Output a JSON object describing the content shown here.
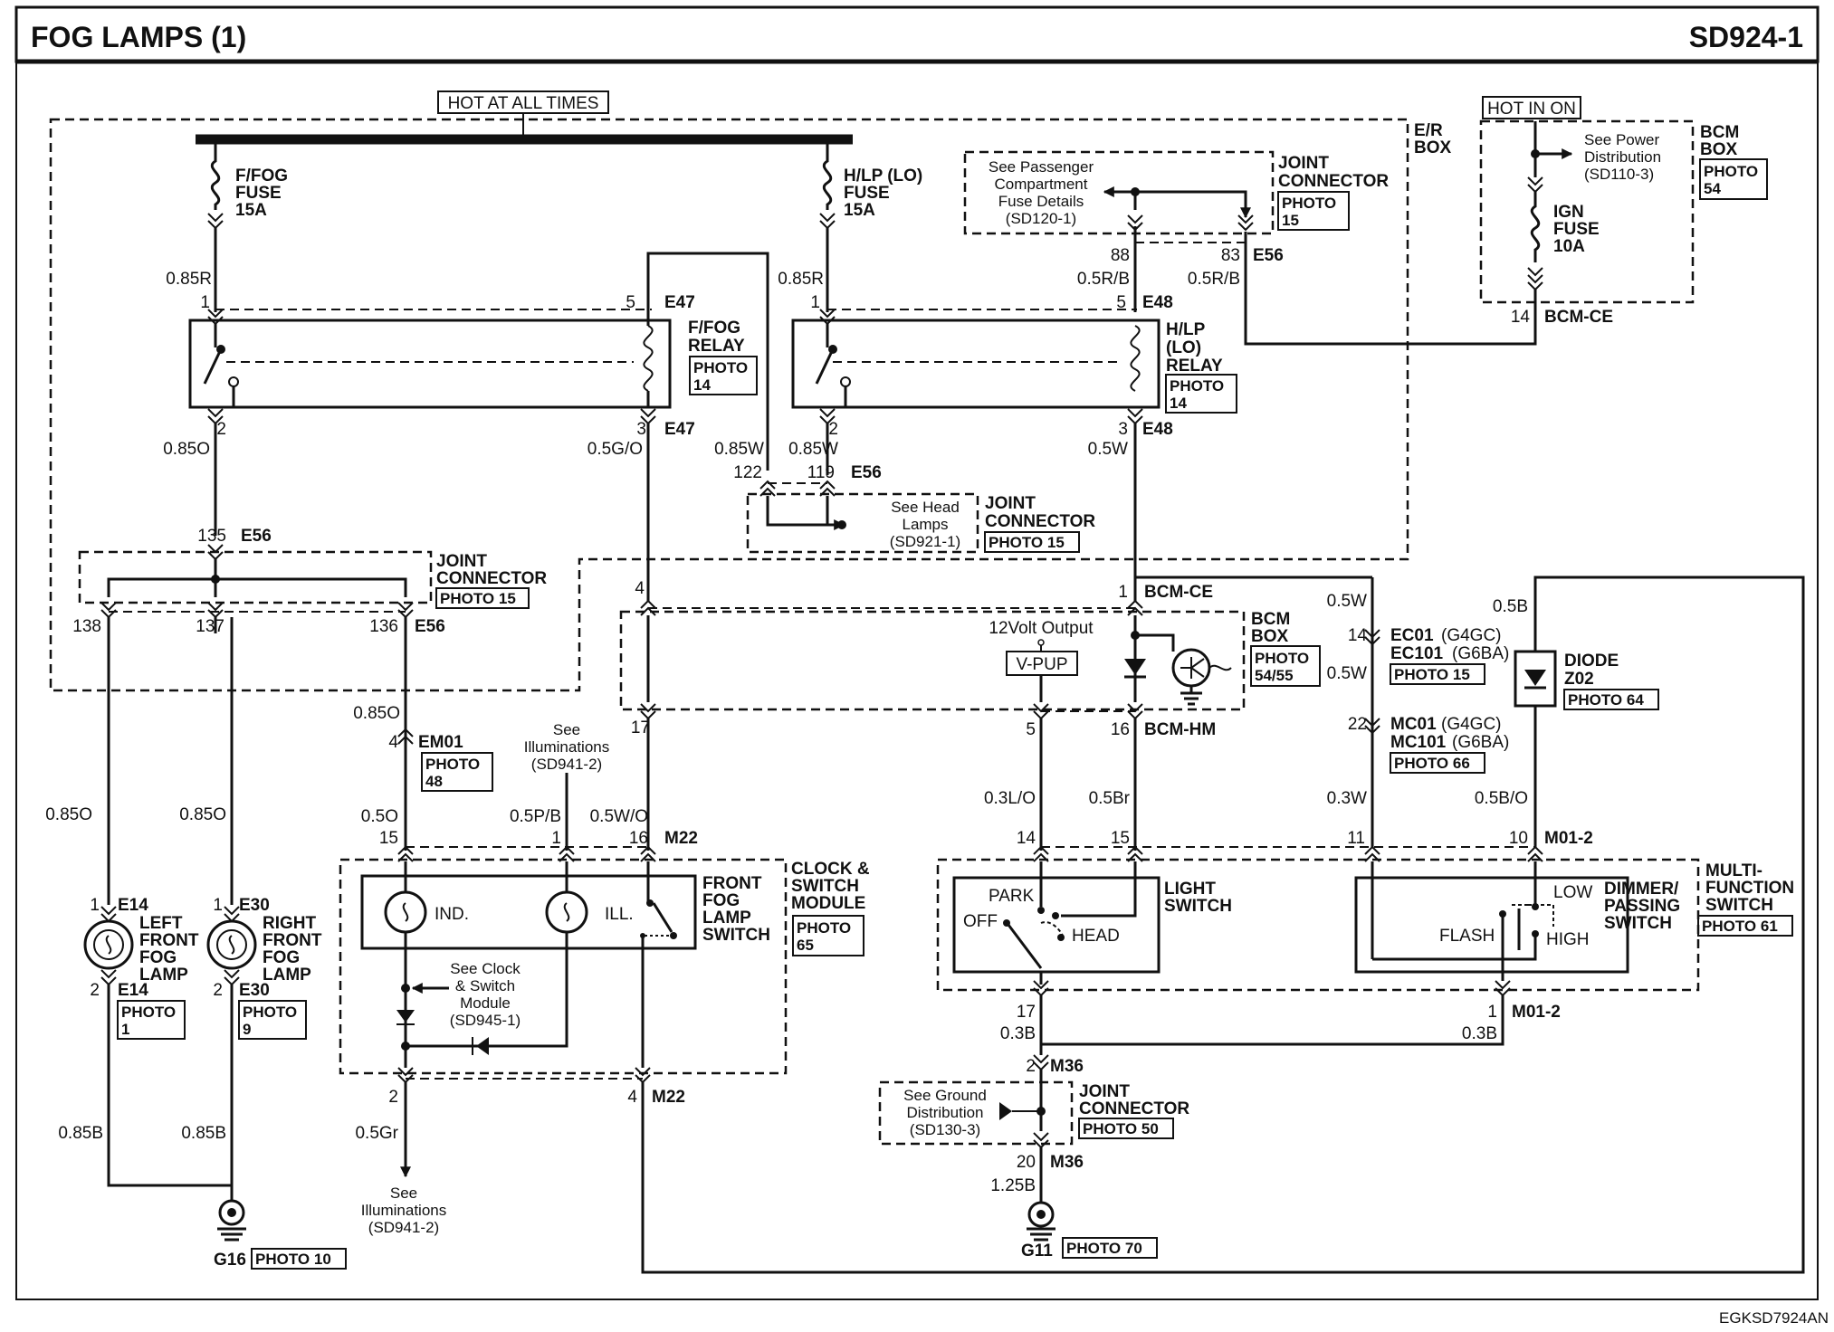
{
  "header": {
    "title": "FOG LAMPS (1)",
    "code": "SD924-1"
  },
  "footer": {
    "code": "EGKSD7924AN"
  },
  "labels": {
    "hot_all": "HOT AT ALL TIMES",
    "hot_on": "HOT IN ON",
    "er_box": [
      "E/R",
      "BOX"
    ],
    "bcm_box": [
      "BCM",
      "BOX"
    ],
    "ffog_fuse": [
      "F/FOG",
      "FUSE",
      "15A"
    ],
    "hlp_fuse": [
      "H/LP (LO)",
      "FUSE",
      "15A"
    ],
    "ign_fuse": [
      "IGN",
      "FUSE",
      "10A"
    ],
    "see_power": [
      "See Power",
      "Distribution",
      "(SD110-3)"
    ],
    "see_pass": [
      "See Passenger",
      "Compartment",
      "Fuse Details",
      "(SD120-1)"
    ],
    "joint_connector": [
      "JOINT",
      "CONNECTOR"
    ],
    "photo": "PHOTO",
    "ffog_relay": [
      "F/FOG",
      "RELAY"
    ],
    "hlp_relay": [
      "H/LP",
      "(LO)",
      "RELAY"
    ],
    "see_head": [
      "See Head",
      "Lamps",
      "(SD921-1)"
    ],
    "v12": "12Volt Output",
    "vpup": "V-PUP",
    "see_illum": [
      "See",
      "Illuminations",
      "(SD941-2)"
    ],
    "ind": "IND.",
    "ill": "ILL.",
    "ffls": [
      "FRONT",
      "FOG",
      "LAMP",
      "SWITCH"
    ],
    "csm": [
      "CLOCK &",
      "SWITCH",
      "MODULE"
    ],
    "see_csm": [
      "See Clock",
      "& Switch",
      "Module",
      "(SD945-1)"
    ],
    "left_lamp": [
      "LEFT",
      "FRONT",
      "FOG",
      "LAMP"
    ],
    "right_lamp": [
      "RIGHT",
      "FRONT",
      "FOG",
      "LAMP"
    ],
    "park": "PARK",
    "off": "OFF",
    "head": "HEAD",
    "light_sw": [
      "LIGHT",
      "SWITCH"
    ],
    "low": "LOW",
    "flash": "FLASH",
    "high": "HIGH",
    "dimmer": [
      "DIMMER/",
      "PASSING",
      "SWITCH"
    ],
    "mfs": [
      "MULTI-",
      "FUNCTION",
      "SWITCH"
    ],
    "diode": [
      "DIODE",
      "Z02"
    ],
    "see_ground": [
      "See Ground",
      "Distribution",
      "(SD130-3)"
    ],
    "ec01": "(G4GC)",
    "ec101": "(G6BA)"
  },
  "photos": {
    "p15": "PHOTO 15",
    "p14": "PHOTO",
    "p14n": "14",
    "p54": "PHOTO",
    "p54n": "54",
    "p5455": "PHOTO",
    "p5455n": "54/55",
    "p48": "PHOTO",
    "p48n": "48",
    "p65": "PHOTO",
    "p65n": "65",
    "p1": "PHOTO",
    "p1n": "1",
    "p9": "PHOTO",
    "p9n": "9",
    "p10": "PHOTO 10",
    "p70": "PHOTO 70",
    "p50": "PHOTO 50",
    "p61": "PHOTO 61",
    "p64": "PHOTO 64",
    "p66": "PHOTO 66",
    "p15n": "15"
  },
  "conn": {
    "e47": "E47",
    "e48": "E48",
    "e56": "E56",
    "bcmce": "BCM-CE",
    "bcmhm": "BCM-HM",
    "em01": "EM01",
    "m22": "M22",
    "m012": "M01-2",
    "m36": "M36",
    "e14": "E14",
    "e30": "E30",
    "ec01": "EC01",
    "ec101": "EC101",
    "mc01": "MC01",
    "mc101": "MC101",
    "g16": "G16",
    "g11": "G11"
  },
  "wires": {
    "r085": "0.85R",
    "o085": "0.85O",
    "go05": "0.5G/O",
    "w085": "0.85W",
    "w05": "0.5W",
    "rb05": "0.5R/B",
    "o05": "0.5O",
    "pb05": "0.5P/B",
    "wo05": "0.5W/O",
    "gr05": "0.5Gr",
    "b085": "0.85B",
    "lo03": "0.3L/O",
    "br05": "0.5Br",
    "w03": "0.3W",
    "bo05": "0.5B/O",
    "b03": "0.3B",
    "b125": "1.25B",
    "b05": "0.5B"
  },
  "pins": {
    "p1": "1",
    "p2": "2",
    "p3": "3",
    "p4": "4",
    "p5": "5",
    "p10": "10",
    "p11": "11",
    "p14": "14",
    "p15": "15",
    "p16": "16",
    "p17": "17",
    "p20": "20",
    "p22": "22",
    "p83": "83",
    "p88": "88",
    "p119": "119",
    "p122": "122",
    "p135": "135",
    "p136": "136",
    "p137": "137",
    "p138": "138"
  }
}
